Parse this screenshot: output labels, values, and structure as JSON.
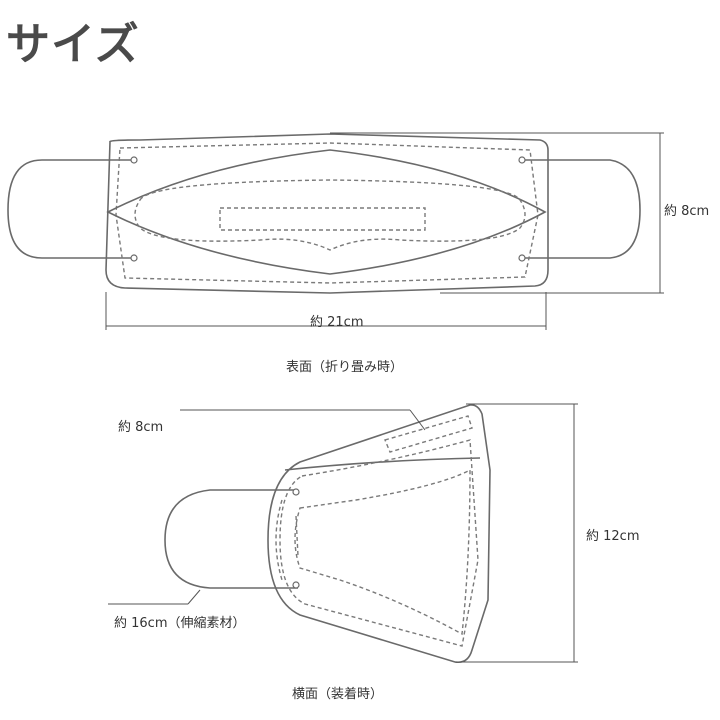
{
  "title": "サイズ",
  "front_view": {
    "width_label": "約 21cm",
    "height_label": "約 8cm",
    "caption": "表面（折り畳み時）"
  },
  "side_view": {
    "top_label": "約 8cm",
    "height_label": "約 12cm",
    "strap_label": "約 16cm（伸縮素材）",
    "caption": "横面（装着時）"
  }
}
